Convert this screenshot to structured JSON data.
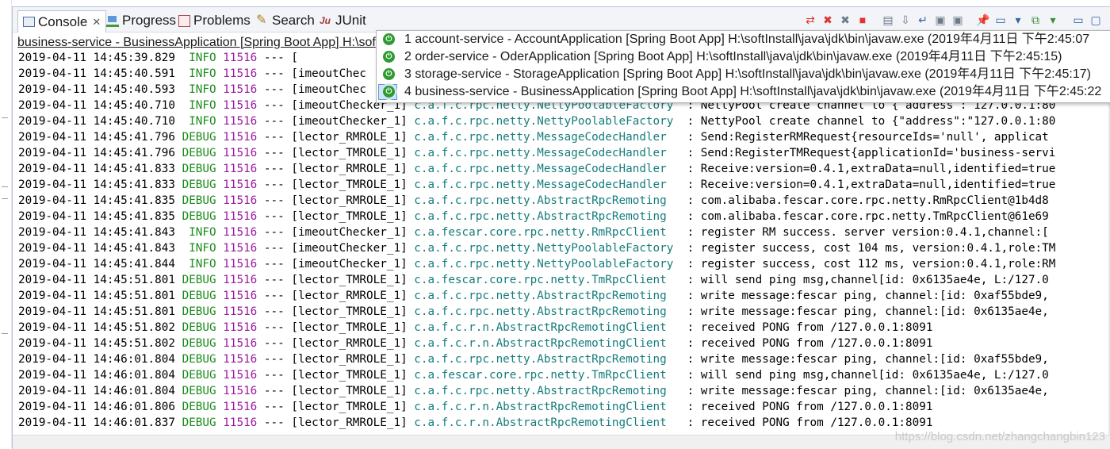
{
  "tabs": [
    {
      "label": "Console",
      "icon": "console-icon",
      "active": true,
      "close": "✕"
    },
    {
      "label": "Progress",
      "icon": "progress-icon"
    },
    {
      "label": "Problems",
      "icon": "problems-icon"
    },
    {
      "label": "Search",
      "icon": "search-icon"
    },
    {
      "label": "JUnit",
      "icon": "junit-icon"
    }
  ],
  "junit_glyph": "Ju",
  "toolbar": [
    {
      "name": "remove-all-terminated-icon",
      "glyph": "⇄"
    },
    {
      "name": "remove-launch-icon",
      "glyph": "✖"
    },
    {
      "name": "remove-all-icon",
      "glyph": "✖"
    },
    {
      "name": "terminate-icon",
      "glyph": "■"
    },
    {
      "name": "clear-console-icon",
      "glyph": "▤"
    },
    {
      "name": "scroll-lock-icon",
      "glyph": "⇩"
    },
    {
      "name": "word-wrap-icon",
      "glyph": "↵"
    },
    {
      "name": "show-when-stdout-icon",
      "glyph": "▣"
    },
    {
      "name": "show-when-stderr-icon",
      "glyph": "▣"
    },
    {
      "name": "pin-console-icon",
      "glyph": "📌"
    },
    {
      "name": "display-selected-console-icon",
      "glyph": "▭"
    },
    {
      "name": "display-selected-console-dropdown-icon",
      "glyph": "▾"
    },
    {
      "name": "open-console-icon",
      "glyph": "⧉"
    },
    {
      "name": "open-console-dropdown-icon",
      "glyph": "▾"
    },
    {
      "name": "minimize-icon",
      "glyph": "▭"
    },
    {
      "name": "maximize-icon",
      "glyph": "▢"
    }
  ],
  "process_line": "business-service - BusinessApplication [Spring Boot App] H:\\sof",
  "launches": [
    {
      "label": "1 account-service - AccountApplication [Spring Boot App] H:\\softInstall\\java\\jdk\\bin\\javaw.exe (2019年4月11日 下午2:45:07",
      "checked": false
    },
    {
      "label": "2 order-service - OderApplication [Spring Boot App] H:\\softInstall\\java\\jdk\\bin\\javaw.exe (2019年4月11日 下午2:45:15)",
      "checked": false
    },
    {
      "label": "3 storage-service - StorageApplication [Spring Boot App] H:\\softInstall\\java\\jdk\\bin\\javaw.exe (2019年4月11日 下午2:45:17)",
      "checked": false
    },
    {
      "label": "4 business-service - BusinessApplication [Spring Boot App] H:\\softInstall\\java\\jdk\\bin\\javaw.exe (2019年4月11日 下午2:45:22",
      "checked": true
    }
  ],
  "log_lines": [
    {
      "ts": "2019-04-11 14:45:39.829",
      "level": " INFO",
      "pid": "11516",
      "sep": "---",
      "thread": "[",
      "logger": "",
      "msg": ""
    },
    {
      "ts": "2019-04-11 14:45:40.591",
      "level": " INFO",
      "pid": "11516",
      "sep": "---",
      "thread": "[imeoutChec",
      "logger": "",
      "msg": ""
    },
    {
      "ts": "2019-04-11 14:45:40.593",
      "level": " INFO",
      "pid": "11516",
      "sep": "---",
      "thread": "[imeoutChec",
      "logger": "",
      "msg": ""
    },
    {
      "ts": "2019-04-11 14:45:40.710",
      "level": " INFO",
      "pid": "11516",
      "sep": "---",
      "thread": "[imeoutChecker_1]",
      "logger": "c.a.f.c.rpc.netty.NettyPoolableFactory",
      "msg": ": NettyPool create channel to { address : 127.0.0.1:80"
    },
    {
      "ts": "2019-04-11 14:45:40.710",
      "level": " INFO",
      "pid": "11516",
      "sep": "---",
      "thread": "[imeoutChecker_1]",
      "logger": "c.a.f.c.rpc.netty.NettyPoolableFactory",
      "msg": ": NettyPool create channel to {\"address\":\"127.0.0.1:80"
    },
    {
      "ts": "2019-04-11 14:45:41.796",
      "level": "DEBUG",
      "pid": "11516",
      "sep": "---",
      "thread": "[lector_RMROLE_1]",
      "logger": "c.a.f.c.rpc.netty.MessageCodecHandler",
      "msg": ": Send:RegisterRMRequest{resourceIds='null', applicat"
    },
    {
      "ts": "2019-04-11 14:45:41.796",
      "level": "DEBUG",
      "pid": "11516",
      "sep": "---",
      "thread": "[lector_TMROLE_1]",
      "logger": "c.a.f.c.rpc.netty.MessageCodecHandler",
      "msg": ": Send:RegisterTMRequest{applicationId='business-servi"
    },
    {
      "ts": "2019-04-11 14:45:41.833",
      "level": "DEBUG",
      "pid": "11516",
      "sep": "---",
      "thread": "[lector_RMROLE_1]",
      "logger": "c.a.f.c.rpc.netty.MessageCodecHandler",
      "msg": ": Receive:version=0.4.1,extraData=null,identified=true"
    },
    {
      "ts": "2019-04-11 14:45:41.833",
      "level": "DEBUG",
      "pid": "11516",
      "sep": "---",
      "thread": "[lector_TMROLE_1]",
      "logger": "c.a.f.c.rpc.netty.MessageCodecHandler",
      "msg": ": Receive:version=0.4.1,extraData=null,identified=true"
    },
    {
      "ts": "2019-04-11 14:45:41.835",
      "level": "DEBUG",
      "pid": "11516",
      "sep": "---",
      "thread": "[lector_RMROLE_1]",
      "logger": "c.a.f.c.rpc.netty.AbstractRpcRemoting",
      "msg": ": com.alibaba.fescar.core.rpc.netty.RmRpcClient@1b4d8"
    },
    {
      "ts": "2019-04-11 14:45:41.835",
      "level": "DEBUG",
      "pid": "11516",
      "sep": "---",
      "thread": "[lector_TMROLE_1]",
      "logger": "c.a.f.c.rpc.netty.AbstractRpcRemoting",
      "msg": ": com.alibaba.fescar.core.rpc.netty.TmRpcClient@61e69"
    },
    {
      "ts": "2019-04-11 14:45:41.843",
      "level": " INFO",
      "pid": "11516",
      "sep": "---",
      "thread": "[imeoutChecker_1]",
      "logger": "c.a.fescar.core.rpc.netty.RmRpcClient",
      "msg": ": register RM success. server version:0.4.1,channel:["
    },
    {
      "ts": "2019-04-11 14:45:41.843",
      "level": " INFO",
      "pid": "11516",
      "sep": "---",
      "thread": "[imeoutChecker_1]",
      "logger": "c.a.f.c.rpc.netty.NettyPoolableFactory",
      "msg": ": register success, cost 104 ms, version:0.4.1,role:TM"
    },
    {
      "ts": "2019-04-11 14:45:41.844",
      "level": " INFO",
      "pid": "11516",
      "sep": "---",
      "thread": "[imeoutChecker_1]",
      "logger": "c.a.f.c.rpc.netty.NettyPoolableFactory",
      "msg": ": register success, cost 112 ms, version:0.4.1,role:RM"
    },
    {
      "ts": "2019-04-11 14:45:51.801",
      "level": "DEBUG",
      "pid": "11516",
      "sep": "---",
      "thread": "[lector_TMROLE_1]",
      "logger": "c.a.fescar.core.rpc.netty.TmRpcClient",
      "msg": ": will send ping msg,channel[id: 0x6135ae4e, L:/127.0"
    },
    {
      "ts": "2019-04-11 14:45:51.801",
      "level": "DEBUG",
      "pid": "11516",
      "sep": "---",
      "thread": "[lector_RMROLE_1]",
      "logger": "c.a.f.c.rpc.netty.AbstractRpcRemoting",
      "msg": ": write message:fescar ping, channel:[id: 0xaf55bde9,"
    },
    {
      "ts": "2019-04-11 14:45:51.801",
      "level": "DEBUG",
      "pid": "11516",
      "sep": "---",
      "thread": "[lector_TMROLE_1]",
      "logger": "c.a.f.c.rpc.netty.AbstractRpcRemoting",
      "msg": ": write message:fescar ping, channel:[id: 0x6135ae4e,"
    },
    {
      "ts": "2019-04-11 14:45:51.802",
      "level": "DEBUG",
      "pid": "11516",
      "sep": "---",
      "thread": "[lector_TMROLE_1]",
      "logger": "c.a.f.c.r.n.AbstractRpcRemotingClient",
      "msg": ": received PONG from /127.0.0.1:8091"
    },
    {
      "ts": "2019-04-11 14:45:51.802",
      "level": "DEBUG",
      "pid": "11516",
      "sep": "---",
      "thread": "[lector_RMROLE_1]",
      "logger": "c.a.f.c.r.n.AbstractRpcRemotingClient",
      "msg": ": received PONG from /127.0.0.1:8091"
    },
    {
      "ts": "2019-04-11 14:46:01.804",
      "level": "DEBUG",
      "pid": "11516",
      "sep": "---",
      "thread": "[lector_RMROLE_1]",
      "logger": "c.a.f.c.rpc.netty.AbstractRpcRemoting",
      "msg": ": write message:fescar ping, channel:[id: 0xaf55bde9,"
    },
    {
      "ts": "2019-04-11 14:46:01.804",
      "level": "DEBUG",
      "pid": "11516",
      "sep": "---",
      "thread": "[lector_TMROLE_1]",
      "logger": "c.a.fescar.core.rpc.netty.TmRpcClient",
      "msg": ": will send ping msg,channel[id: 0x6135ae4e, L:/127.0"
    },
    {
      "ts": "2019-04-11 14:46:01.804",
      "level": "DEBUG",
      "pid": "11516",
      "sep": "---",
      "thread": "[lector_TMROLE_1]",
      "logger": "c.a.f.c.rpc.netty.AbstractRpcRemoting",
      "msg": ": write message:fescar ping, channel:[id: 0x6135ae4e,"
    },
    {
      "ts": "2019-04-11 14:46:01.806",
      "level": "DEBUG",
      "pid": "11516",
      "sep": "---",
      "thread": "[lector_TMROLE_1]",
      "logger": "c.a.f.c.r.n.AbstractRpcRemotingClient",
      "msg": ": received PONG from /127.0.0.1:8091"
    },
    {
      "ts": "2019-04-11 14:46:01.837",
      "level": "DEBUG",
      "pid": "11516",
      "sep": "---",
      "thread": "[lector_RMROLE_1]",
      "logger": "c.a.f.c.r.n.AbstractRpcRemotingClient",
      "msg": ": received PONG from /127.0.0.1:8091"
    }
  ],
  "watermark": "https://blog.csdn.net/zhangchangbin123",
  "colors": {
    "info": "#1c8c1c",
    "debug": "#1c8c1c",
    "pid": "#9b1aa0",
    "logger": "#167c7c",
    "run_icon": "#2f9a2f"
  }
}
